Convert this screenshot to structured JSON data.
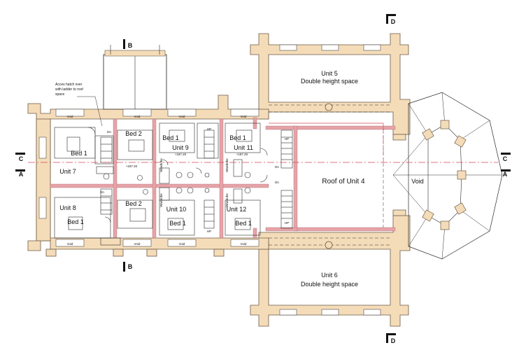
{
  "colors": {
    "wall_fill": "#f5dcb9",
    "wall_stroke": "#6b5a44",
    "party_wall": "#e6a3a8",
    "section_line": "#d24a55",
    "line": "#2b2b2b"
  },
  "section_markers": {
    "a_left": "A",
    "a_right": "A",
    "b_top": "B",
    "b_bottom": "B",
    "c_left": "C",
    "c_right": "C",
    "d_top": "D",
    "d_bottom": "D"
  },
  "note": {
    "line1": "Acces hatch over",
    "line2": "with ladder to roof",
    "line3": "space"
  },
  "rooms": {
    "unit5_title": "Unit 5",
    "unit5_sub": "Double height space",
    "unit6_title": "Unit 6",
    "unit6_sub": "Double height space",
    "roof_unit4": "Roof of Unit 4",
    "void_octagon": "Void",
    "unit7": "Unit 7",
    "unit8": "Unit 8",
    "unit9": "Unit 9",
    "unit10": "Unit 10",
    "unit11": "Unit 11",
    "unit12": "Unit 12",
    "bed1": "Bed 1",
    "bed2": "Bed 2",
    "void": "Void",
    "hp": "HP",
    "dn": "Dn",
    "wardrobe": "Wardrobe",
    "level": "+187.20"
  }
}
